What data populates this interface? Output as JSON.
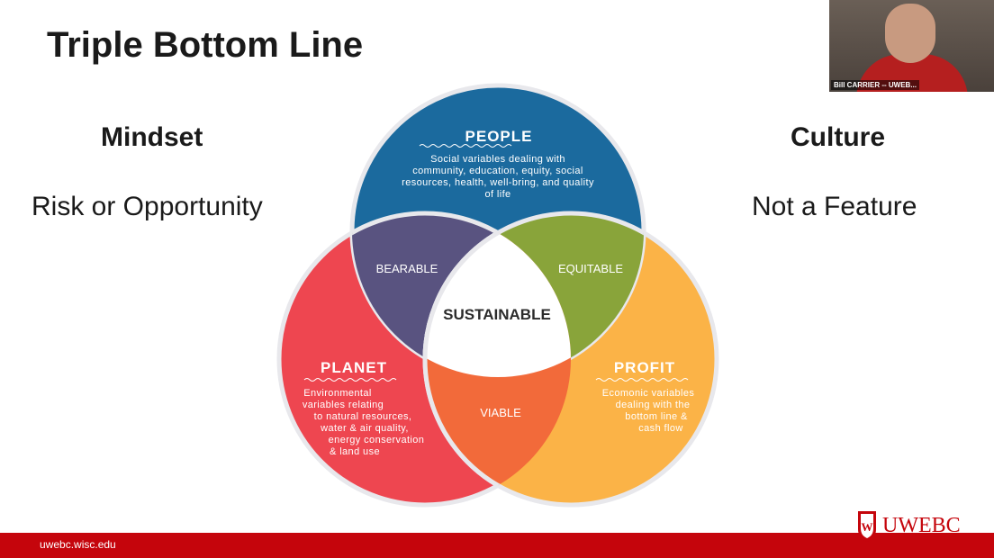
{
  "title": "Triple Bottom Line",
  "left_panel": {
    "heading": "Mindset",
    "text": "Risk or Opportunity"
  },
  "right_panel": {
    "heading": "Culture",
    "text": "Not a Feature"
  },
  "diagram": {
    "people": {
      "title": "PEOPLE",
      "lines": [
        "Social variables dealing with",
        "community, education, equity, social",
        "resources, health, well-bring, and quality",
        "of life"
      ]
    },
    "planet": {
      "title": "PLANET",
      "lines": [
        "Environmental",
        "variables relating",
        "to natural resources,",
        "water & air quality,",
        "energy conservation",
        "& land use"
      ]
    },
    "profit": {
      "title": "PROFIT",
      "lines": [
        "Ecomonic variables",
        "dealing with the",
        "bottom line &",
        "cash flow"
      ]
    },
    "bearable": "BEARABLE",
    "equitable": "EQUITABLE",
    "viable": "VIABLE",
    "sustainable": "SUSTAINABLE",
    "colors": {
      "people": "#1b6a9e",
      "planet": "#ee4650",
      "profit": "#fbb347",
      "bearable": "#595380",
      "equitable": "#89a43a",
      "viable": "#f26a3a",
      "sustainable": "#ffffff"
    }
  },
  "video": {
    "name_label": "Bill CARRIER -- UWEB..."
  },
  "footer": {
    "url": "uwebc.wisc.edu",
    "brand": "UWEBC",
    "bar_color": "#c5050c"
  }
}
